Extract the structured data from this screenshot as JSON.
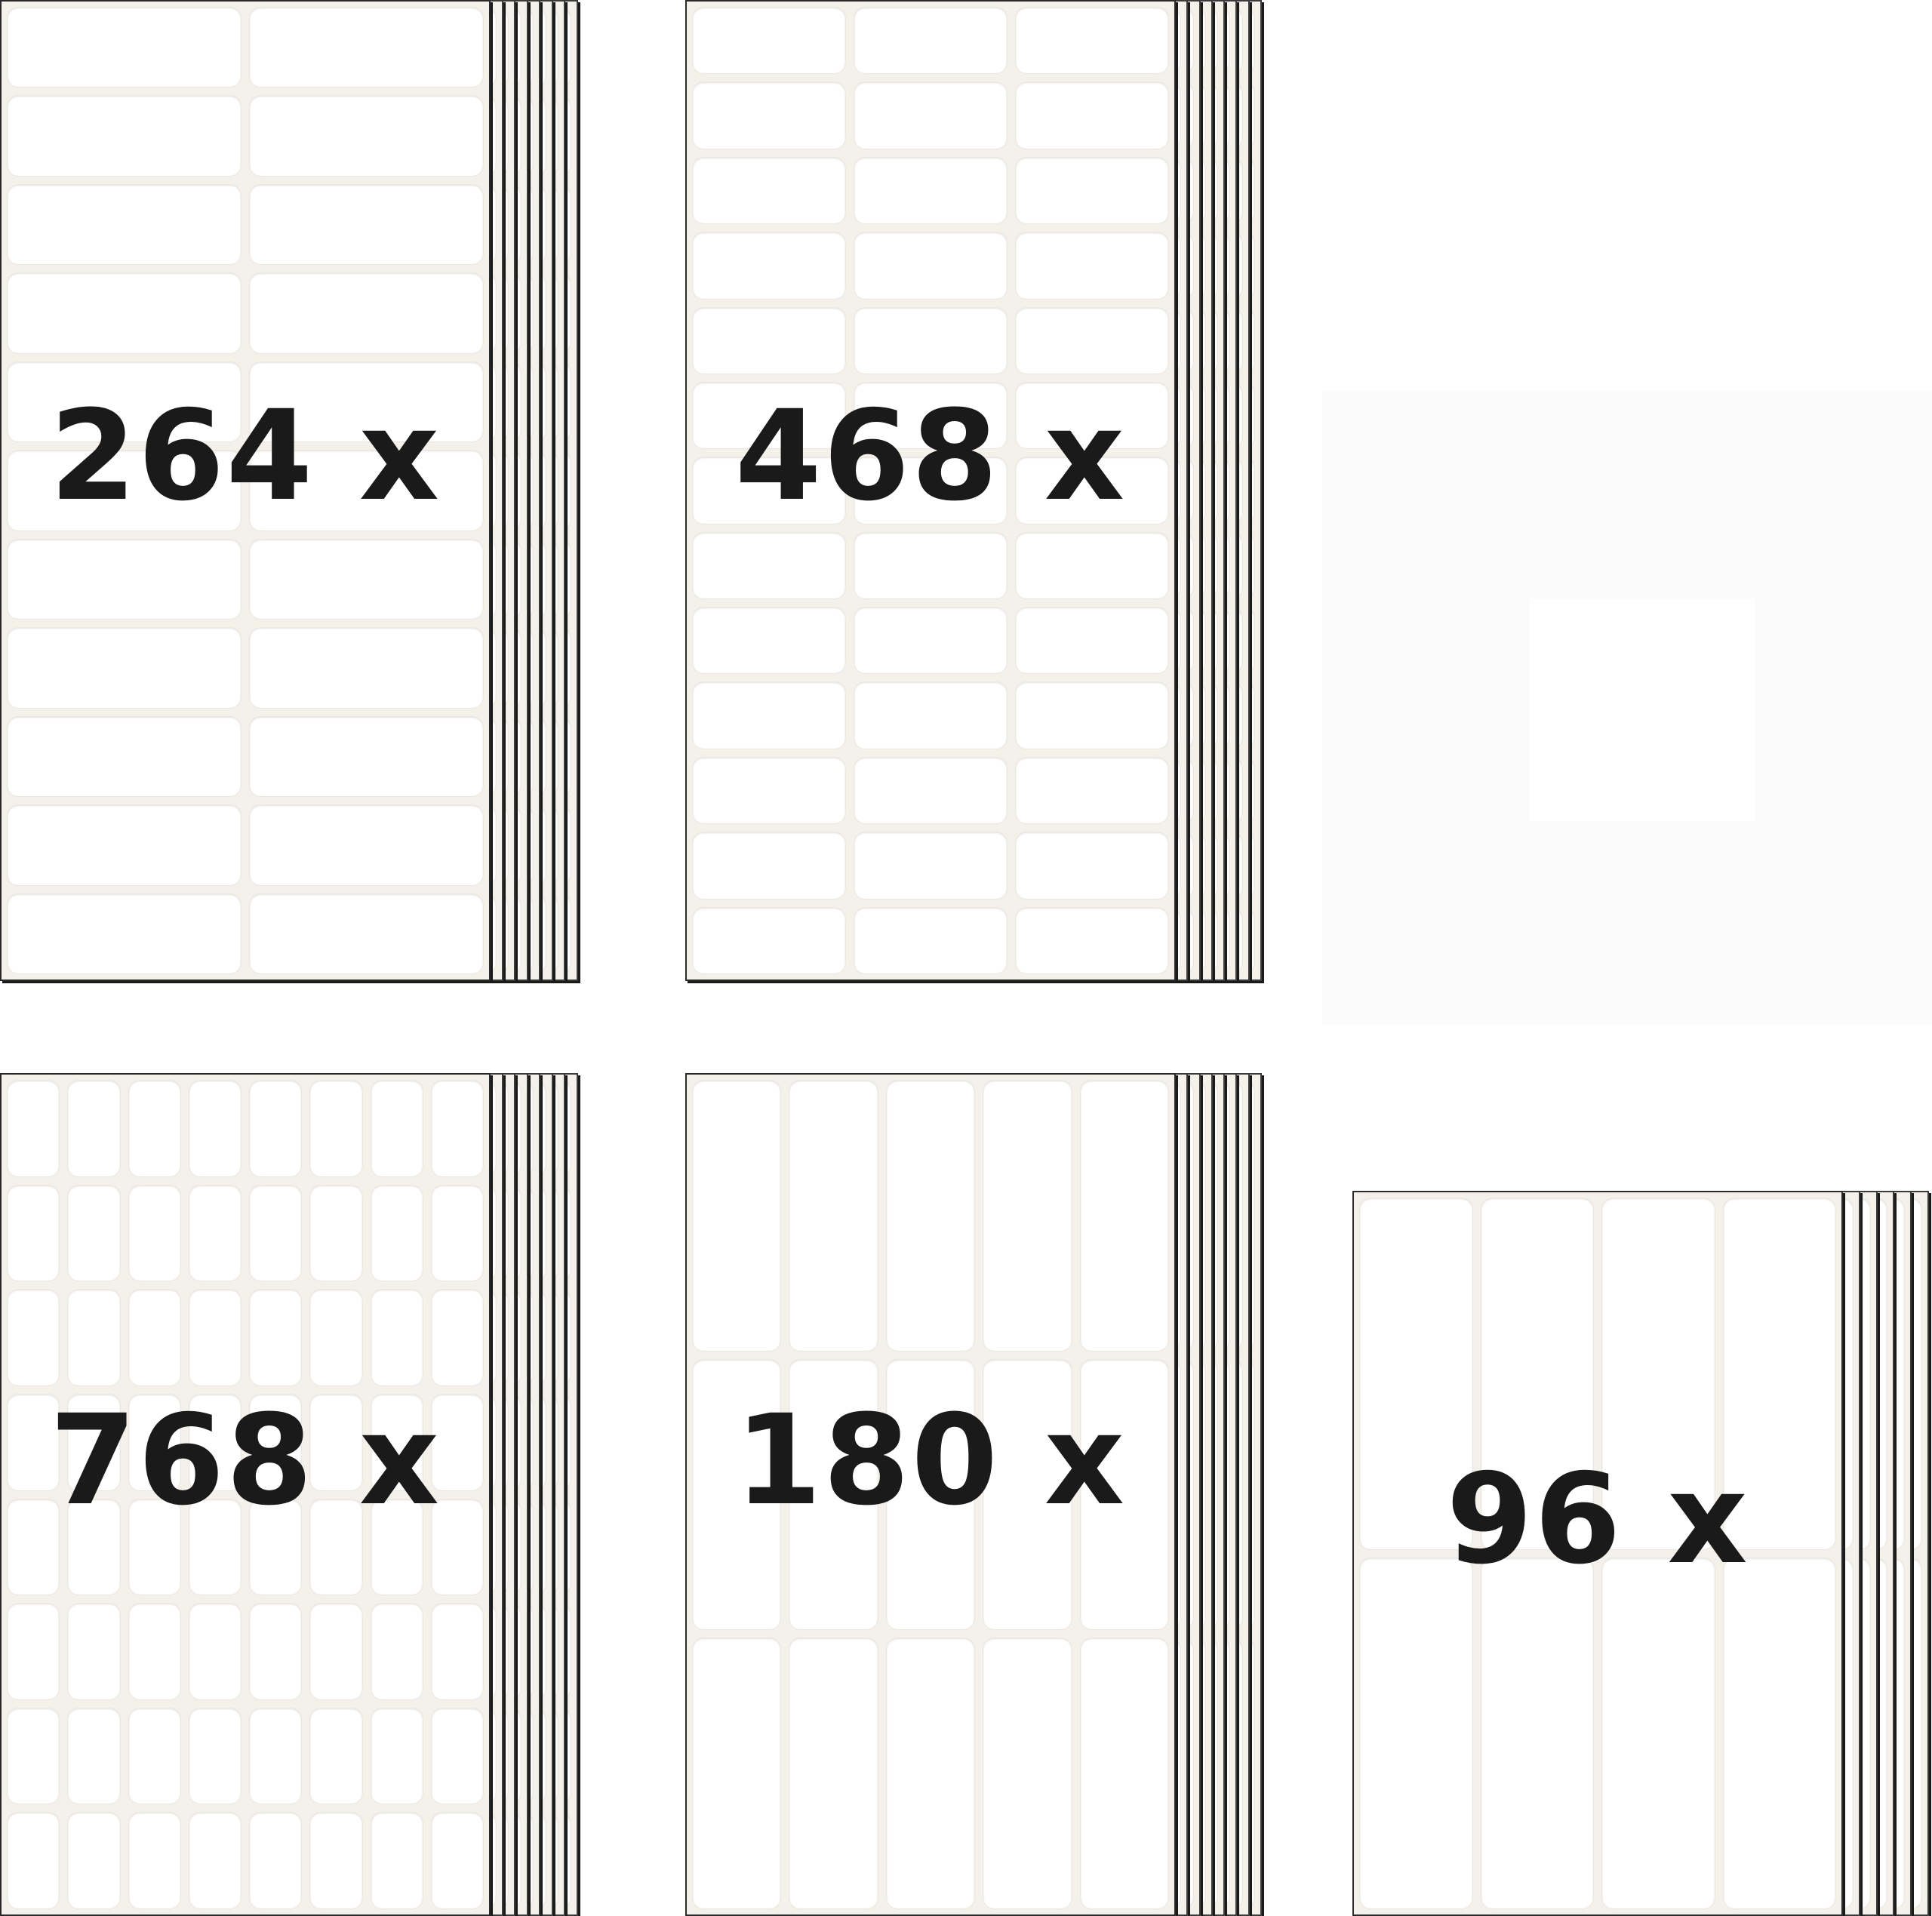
{
  "packs": [
    {
      "id": "pack-264",
      "count_label": "264 x",
      "columns": 2,
      "rows": 11
    },
    {
      "id": "pack-468",
      "count_label": "468 x",
      "columns": 3,
      "rows": 13
    },
    {
      "id": "pack-768",
      "count_label": "768 x",
      "columns": 8,
      "rows": 8
    },
    {
      "id": "pack-180",
      "count_label": "180 x",
      "columns": 5,
      "rows": 3
    },
    {
      "id": "pack-96",
      "count_label": "96 x",
      "columns": 4,
      "rows": 2
    }
  ],
  "colors": {
    "sheet_border": "#2a2a2a",
    "label_fill": "#ffffff",
    "backing": "#f4f1ea",
    "text": "#1a1a1a"
  }
}
